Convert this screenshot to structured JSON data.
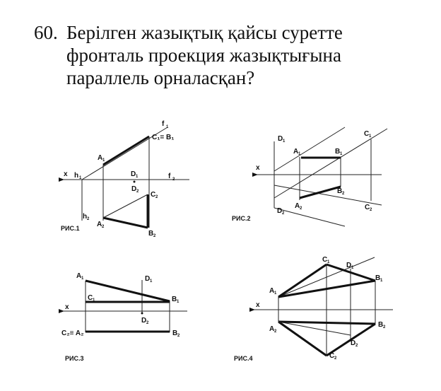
{
  "question": {
    "number": "60.",
    "lines": [
      "Берілген жазықтық қайсы суретте",
      "фронталь проекция жазықтығына",
      "параллель орналасқан?"
    ]
  },
  "figures": {
    "fig1": {
      "caption": "РИС.1",
      "labels": {
        "x": "x",
        "h": "h",
        "f1": "f",
        "f2": "f",
        "c1b1": "C₁= B₁",
        "a1": "A",
        "d1": "D",
        "d2": "D",
        "c2": "C",
        "h2": "h",
        "a2": "A",
        "b2": "B"
      }
    },
    "fig2": {
      "caption": "РИС.2",
      "labels": {
        "d1": "D",
        "x": "x",
        "a1": "A",
        "b1": "B",
        "c1": "C",
        "b2": "B",
        "d2": "D",
        "a2": "A",
        "c2": "C"
      }
    },
    "fig3": {
      "caption": "РИС.3",
      "labels": {
        "a1": "A",
        "c1": "C",
        "d1": "D",
        "x": "x",
        "b1": "B",
        "d2": "D",
        "c2a2": "C₂≡ A₂",
        "b2": "B"
      }
    },
    "fig4": {
      "caption": "РИС.4",
      "labels": {
        "c1": "C",
        "d1": "D",
        "b1": "B",
        "a1": "A",
        "x": "x",
        "b2": "B",
        "a2": "A",
        "d2": "D",
        "c2": "C"
      }
    }
  }
}
